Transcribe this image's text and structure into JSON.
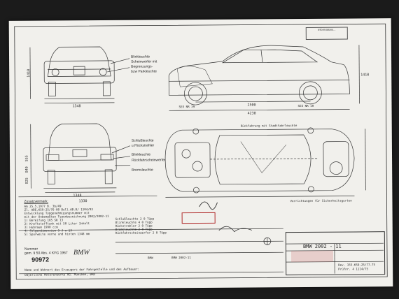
{
  "top_labels": {
    "front_right_1": "Blinkleuchte",
    "front_right_2": "Scheinwerfer mit",
    "front_right_3": "Begrenzungs-",
    "front_right_4": "bzw Parkleuchte",
    "rear_right_1": "Schlußleuchte",
    "rear_right_2": "u.Rückstrahler",
    "rear_right_3": "Blinkleuchte",
    "rear_right_4": "Rückfahrscheinwerfer",
    "rear_right_5": "Bremsleuchte"
  },
  "dimensions": {
    "front_width": "1348",
    "front_height": "1410",
    "rear_width": "1348",
    "rear_track": "1330",
    "side_length": "4230",
    "wheelbase": "2500",
    "side_height": "1410",
    "left_vert_1": "555",
    "left_vert_2": "840",
    "left_vert_3": "825"
  },
  "side_view": {
    "label_left": "SEE NR 39",
    "label_right": "SEE NR 10"
  },
  "plan_view": {
    "note_top": "Rückfahrung mit Stadtfahrleuchte",
    "note_bottom": "Vorrichtungen für Sicherheitsgurten"
  },
  "stamp_text": "Informations...",
  "notes_title": "Zusatzvermerk:",
  "note_lines": [
    "Am    25.5.1977       B.  3b/49",
    "Zl. ABE.K59-25/76-08    Bull.AB.B/ 1104/93",
    "Entwicklung Typgenehmigungsnummer mit",
    "mit der Unbemaßten Typenbezeichnung 2002/2002-11",
    "1) Bereifung 165 SR 13",
    "2) Kraftstofftank mit 50 Liter Inhalt",
    "3) Hubraum 1990 ccm",
    "4) Felgendimension 5 J x 13",
    "5) Spurweite vorne und hinten 1348 mm"
  ],
  "mid_note_lines": [
    "Schlußleuchte  2 0 Tüpp",
    "Blinkleuchte  4 0 Tüpp",
    "Rückstrahler  2 0 Tüpp",
    "Bremsleuchte  2 0 Tüpp",
    "Rückfahrscheinwerfer 2 0 Tüpp"
  ],
  "stamp_block": {
    "line1": "Nummer",
    "line2": "gem. § 50 Abs. 4 KFG 1967",
    "number": "90972",
    "brand": "BMW"
  },
  "footer_line1": "Name und Wohnort des Erzeugers der Fahrgestelle und des Aufbauer:",
  "footer_line2": "Bayerische Motorenwerke AG. München, BRD",
  "title_block": {
    "model": "BMW 2002 - 11",
    "row_label": "BMW",
    "row_model": "BMW 2002-11",
    "ref1": "Rev. 155-K59-25/77-75",
    "ref2": "Prüfnr. 4 1114/75"
  },
  "colors": {
    "paper": "#f1f0ec",
    "ink": "#2a2a2a",
    "stamp_red": "#b02a2a",
    "background": "#1b1b1b"
  }
}
